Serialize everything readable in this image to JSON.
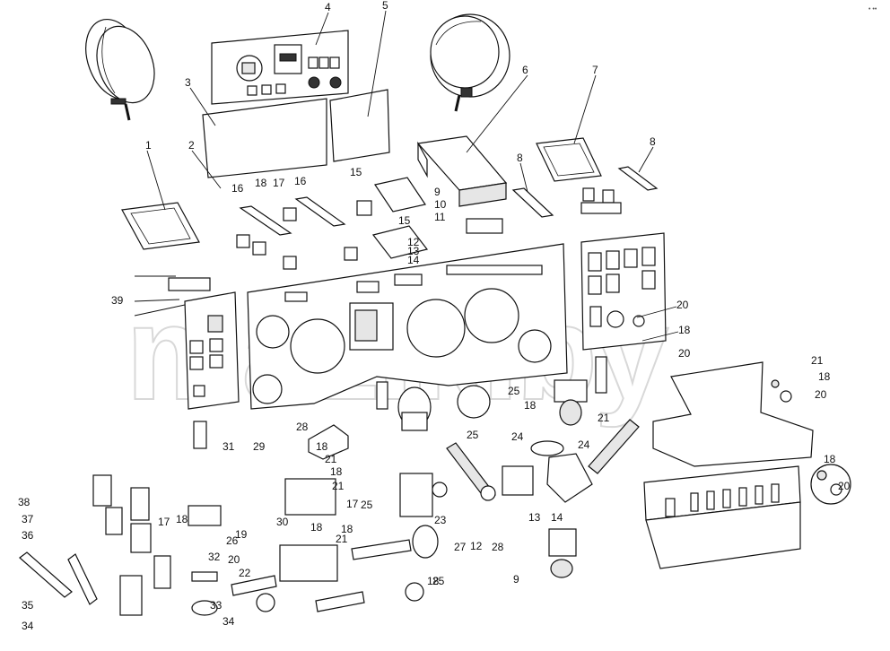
{
  "watermark": "mazik.by",
  "corner_mark": "• ••",
  "callouts": [
    "1",
    "2",
    "3",
    "4",
    "5",
    "6",
    "7",
    "8",
    "8",
    "9",
    "9",
    "10",
    "11",
    "12",
    "12",
    "13",
    "13",
    "14",
    "14",
    "15",
    "15",
    "16",
    "16",
    "17",
    "17",
    "17",
    "18",
    "18",
    "18",
    "18",
    "18",
    "18",
    "18",
    "18",
    "18",
    "18",
    "18",
    "19",
    "20",
    "20",
    "20",
    "20",
    "20",
    "21",
    "21",
    "21",
    "21",
    "21",
    "22",
    "23",
    "24",
    "24",
    "25",
    "25",
    "25",
    "25",
    "26",
    "27",
    "28",
    "28",
    "29",
    "30",
    "31",
    "32",
    "33",
    "34",
    "34",
    "35",
    "36",
    "37",
    "38",
    "39"
  ]
}
